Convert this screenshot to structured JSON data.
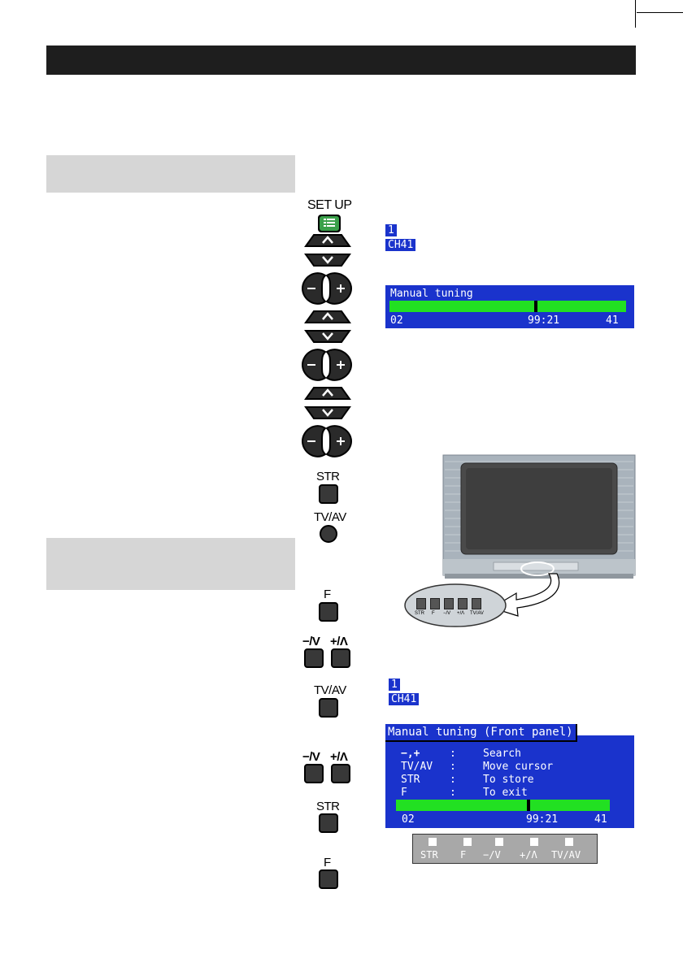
{
  "remote": {
    "setup_label": "SET UP",
    "str_label": "STR",
    "tvav_label": "TV/AV",
    "f_label": "F",
    "minus_v_label": "−/V",
    "plus_a_label": "+/Λ",
    "tvav2_label": "TV/AV",
    "minus_v_label2": "−/V",
    "plus_a_label2": "+/Λ",
    "str2_label": "STR",
    "f2_label": "F"
  },
  "osd_top": {
    "program": "1",
    "channel": "CH41"
  },
  "manual_tuning": {
    "title": "Manual tuning",
    "left_value": "02",
    "mid_value": "99:21",
    "right_value": "41",
    "cursor_fraction": 0.62
  },
  "osd_bottom": {
    "program": "1",
    "channel": "CH41"
  },
  "front_panel_tuning": {
    "title": "Manual tuning (Front panel)",
    "rows": [
      {
        "key": "−,+",
        "sep": ":",
        "desc": "Search"
      },
      {
        "key": "TV/AV",
        "sep": ":",
        "desc": "Move cursor"
      },
      {
        "key": "STR",
        "sep": ":",
        "desc": "To store"
      },
      {
        "key": "F",
        "sep": ":",
        "desc": "To exit"
      }
    ],
    "left_value": "02",
    "mid_value": "99:21",
    "right_value": "41",
    "cursor_fraction": 0.62
  },
  "front_panel_buttons": [
    "STR",
    "F",
    "−/V",
    "+/Λ",
    "TV/AV"
  ],
  "tv_callout_buttons": [
    "STR",
    "F",
    "−/V",
    "+/Λ",
    "TV/AV"
  ],
  "colors": {
    "osd_blue": "#1a33cc",
    "tuning_green": "#22e022",
    "header_bar": "#1e1e1e",
    "grey_box": "#d6d6d6",
    "setup_button_green": "#3aa04a"
  }
}
